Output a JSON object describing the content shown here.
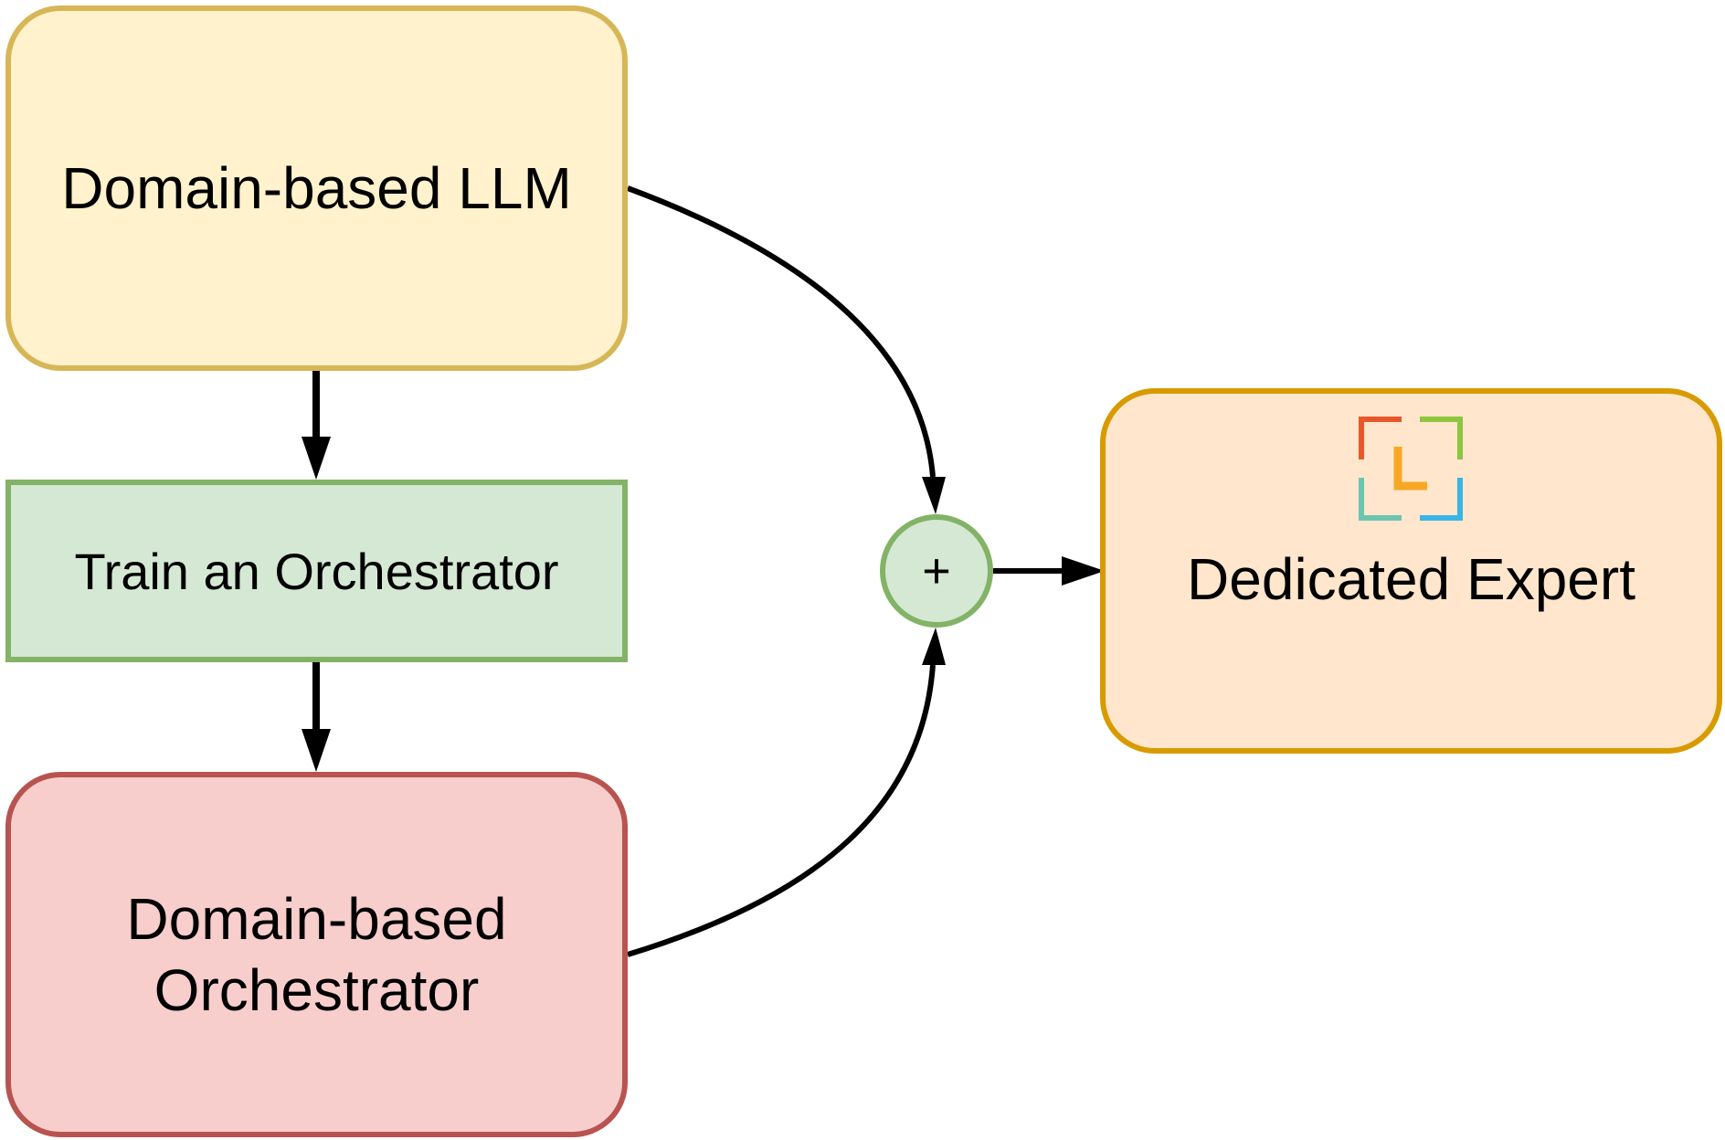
{
  "nodes": {
    "llm": {
      "label": "Domain-based LLM"
    },
    "train": {
      "label": "Train an Orchestrator"
    },
    "orchestrator": {
      "line1": "Domain-based",
      "line2": "Orchestrator"
    },
    "combine": {
      "label": "+"
    },
    "expert": {
      "label": "Dedicated Expert",
      "icon": "bracket-logo-icon"
    }
  },
  "colors": {
    "llm_fill": "#fff2cc",
    "llm_stroke": "#d6b656",
    "train_fill": "#d5e8d4",
    "train_stroke": "#82b366",
    "orch_fill": "#f8cecc",
    "orch_stroke": "#b85450",
    "expert_fill": "#ffe6cc",
    "expert_stroke": "#d79b00",
    "logo_colors": [
      "#e8572b",
      "#8dc63f",
      "#f7a823",
      "#6cc5b0",
      "#3ab4e6"
    ]
  }
}
